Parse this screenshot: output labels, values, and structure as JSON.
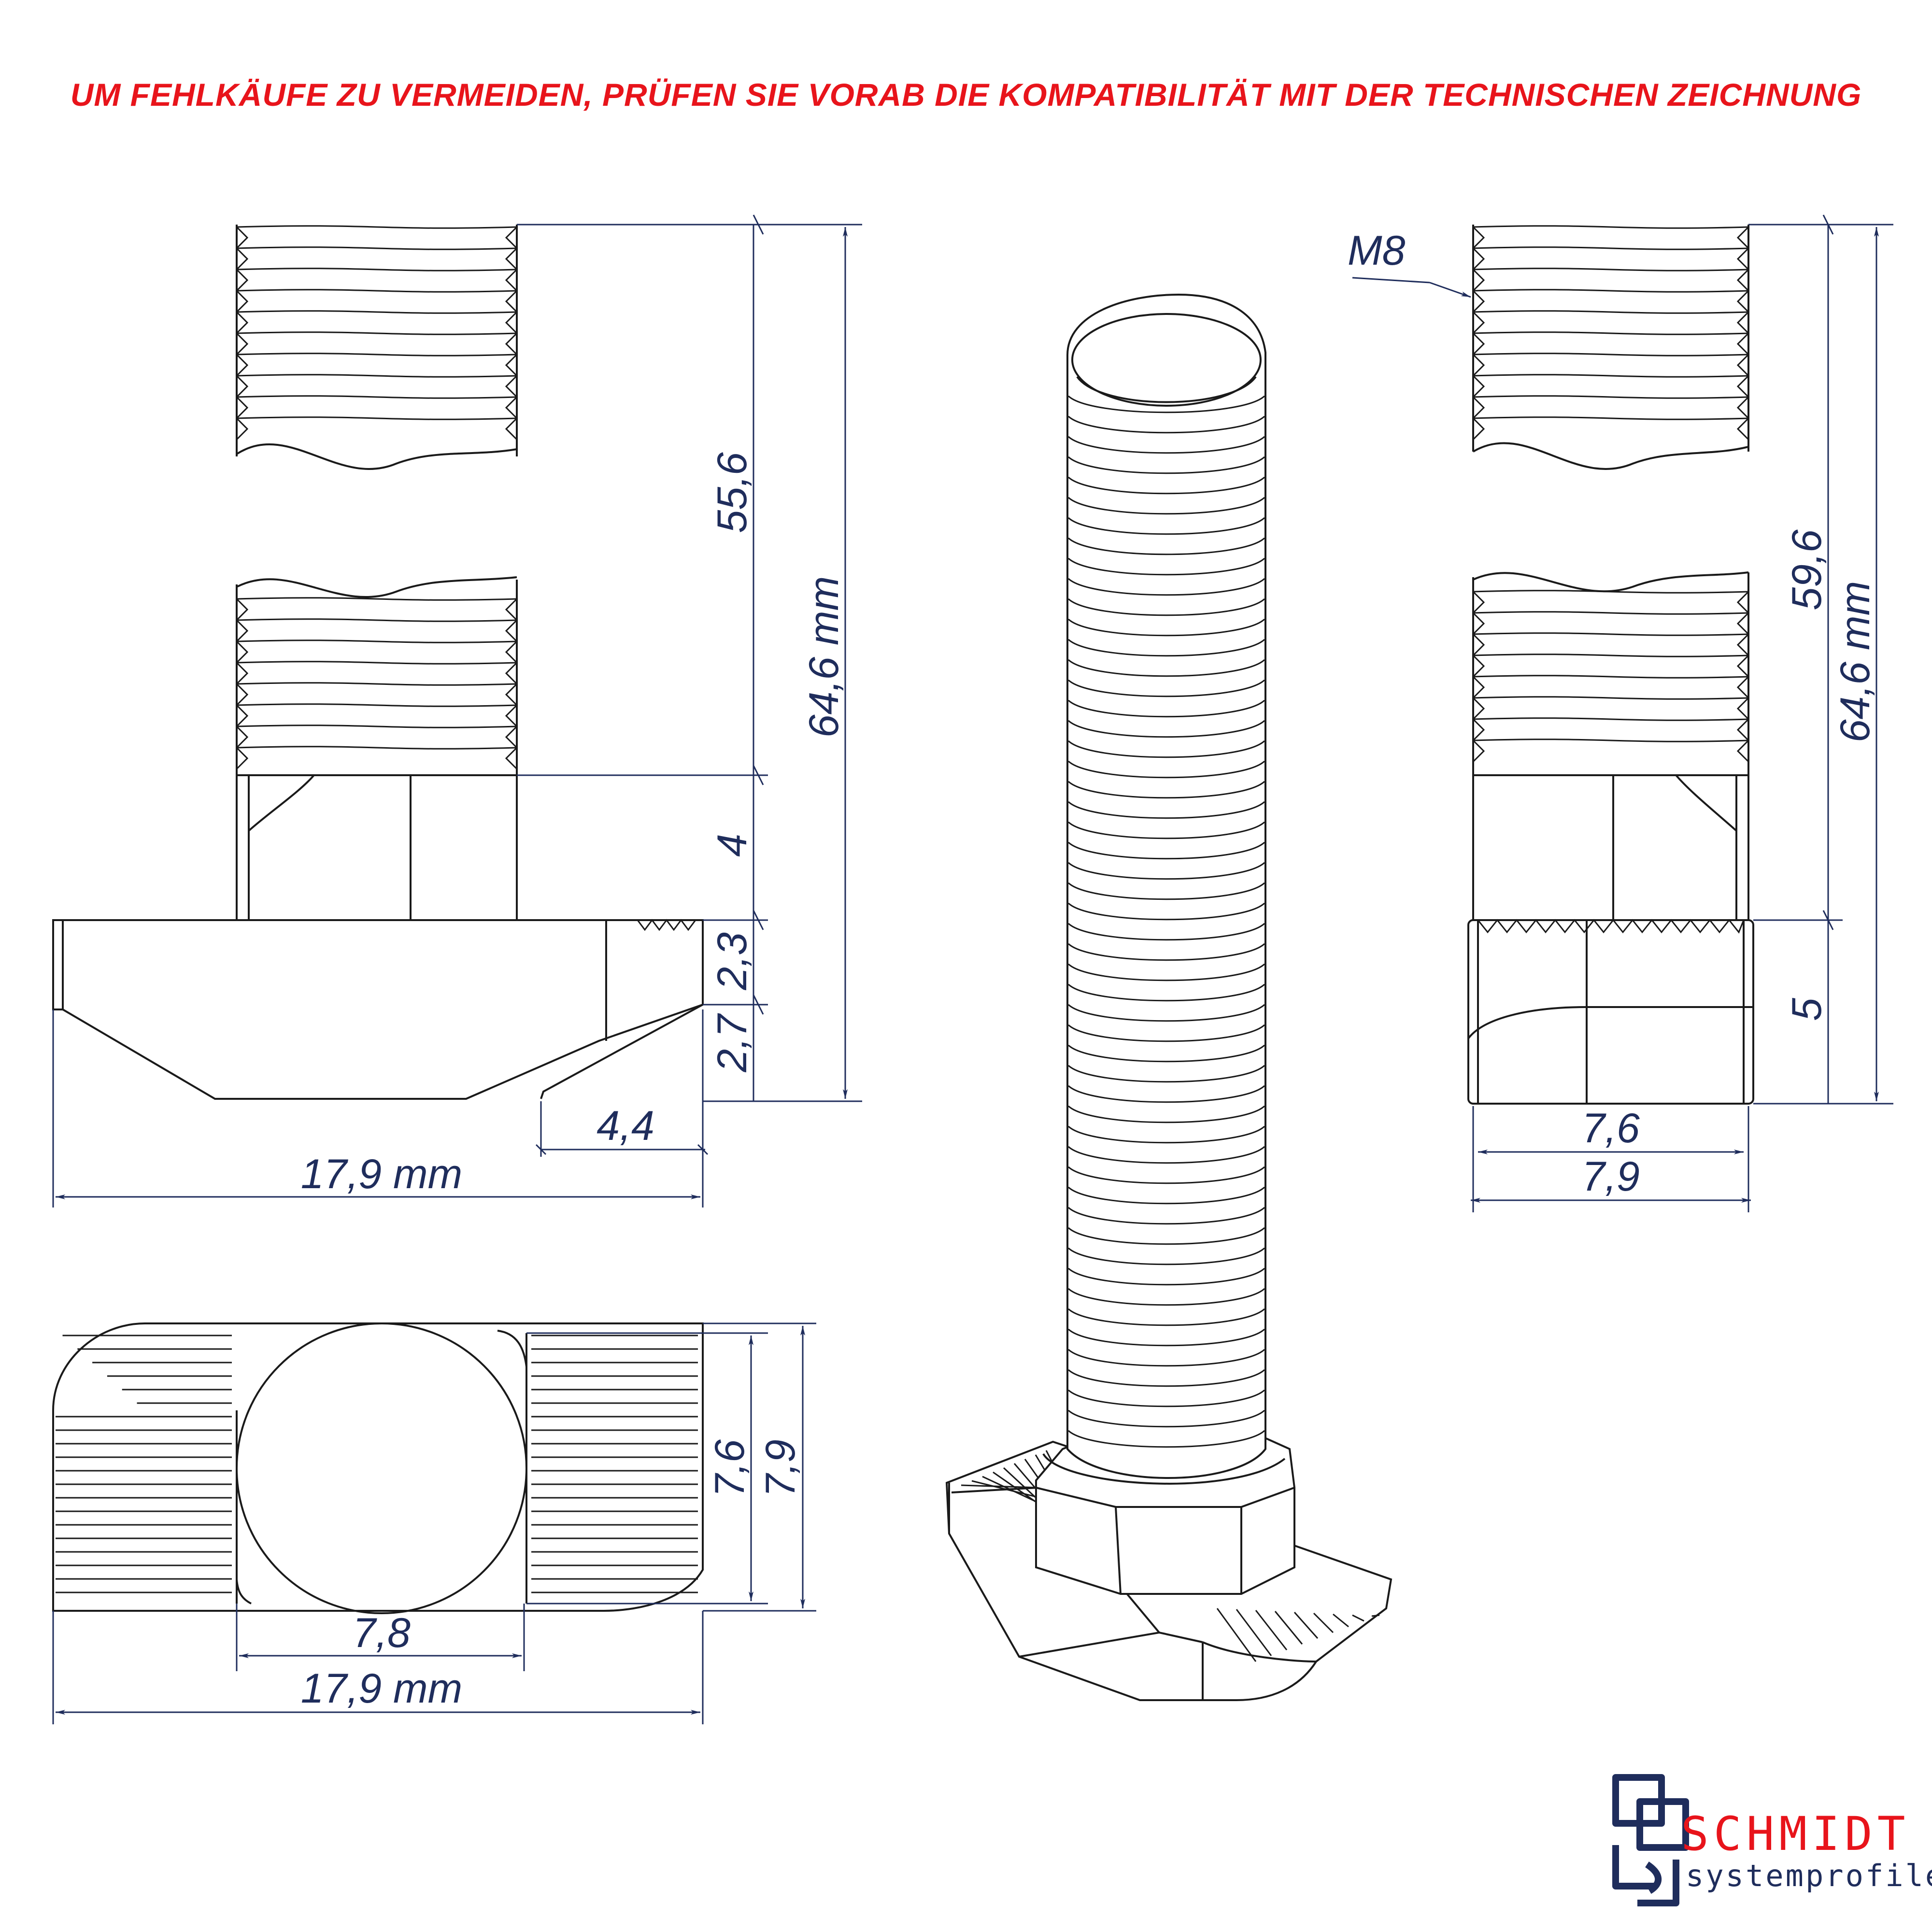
{
  "warning": "UM FEHLKÄUFE ZU VERMEIDEN, PRÜFEN SIE VORAB DIE KOMPATIBILITÄT MIT DER TECHNISCHEN ZEICHNUNG",
  "front_view": {
    "dim_thread_length": "55,6",
    "dim_total_length": "64,6 mm",
    "dim_hex_height": "4",
    "dim_head_upper": "2,3",
    "dim_head_lower": "2,7",
    "dim_bevel_width": "4,4",
    "dim_head_width": "17,9 mm"
  },
  "side_view": {
    "thread_label": "M8",
    "dim_thread_length": "59,6",
    "dim_total_length": "64,6 mm",
    "dim_head_height": "5",
    "dim_inner_width": "7,6",
    "dim_outer_width": "7,9"
  },
  "bottom_view": {
    "dim_inner_height": "7,6",
    "dim_outer_height": "7,9",
    "dim_circle_width": "7,8",
    "dim_total_width": "17,9 mm"
  },
  "logo": {
    "name": "SCHMIDT",
    "tagline": "systemprofile"
  },
  "colors": {
    "line": "#1a1a1a",
    "dimension": "#1f2d5c",
    "warning": "#e8141b"
  }
}
